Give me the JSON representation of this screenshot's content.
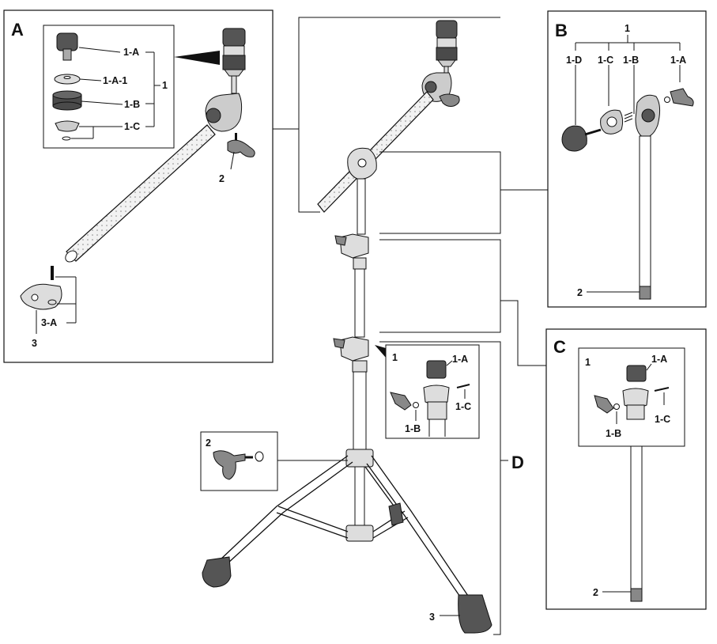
{
  "panels": {
    "A": {
      "letter": "A",
      "labels": {
        "one": "1",
        "one_a": "1-A",
        "one_a_1": "1-A-1",
        "one_b": "1-B",
        "one_c": "1-C",
        "two": "2",
        "three": "3",
        "three_a": "3-A"
      }
    },
    "B": {
      "letter": "B",
      "labels": {
        "one": "1",
        "one_d": "1-D",
        "one_c": "1-C",
        "one_b": "1-B",
        "one_a": "1-A",
        "two": "2"
      }
    },
    "C": {
      "letter": "C",
      "labels": {
        "one": "1",
        "one_a": "1-A",
        "one_b": "1-B",
        "one_c": "1-C",
        "two": "2"
      }
    },
    "D": {
      "letter": "D",
      "labels": {
        "one": "1",
        "one_a": "1-A",
        "one_b": "1-B",
        "one_c": "1-C",
        "two": "2",
        "three": "3"
      }
    }
  },
  "colors": {
    "line": "#111111",
    "rubber": "#555555",
    "felt_dark": "#4a4a4a",
    "felt_light": "#cfcfcf",
    "metal": "#d9d9d9"
  }
}
